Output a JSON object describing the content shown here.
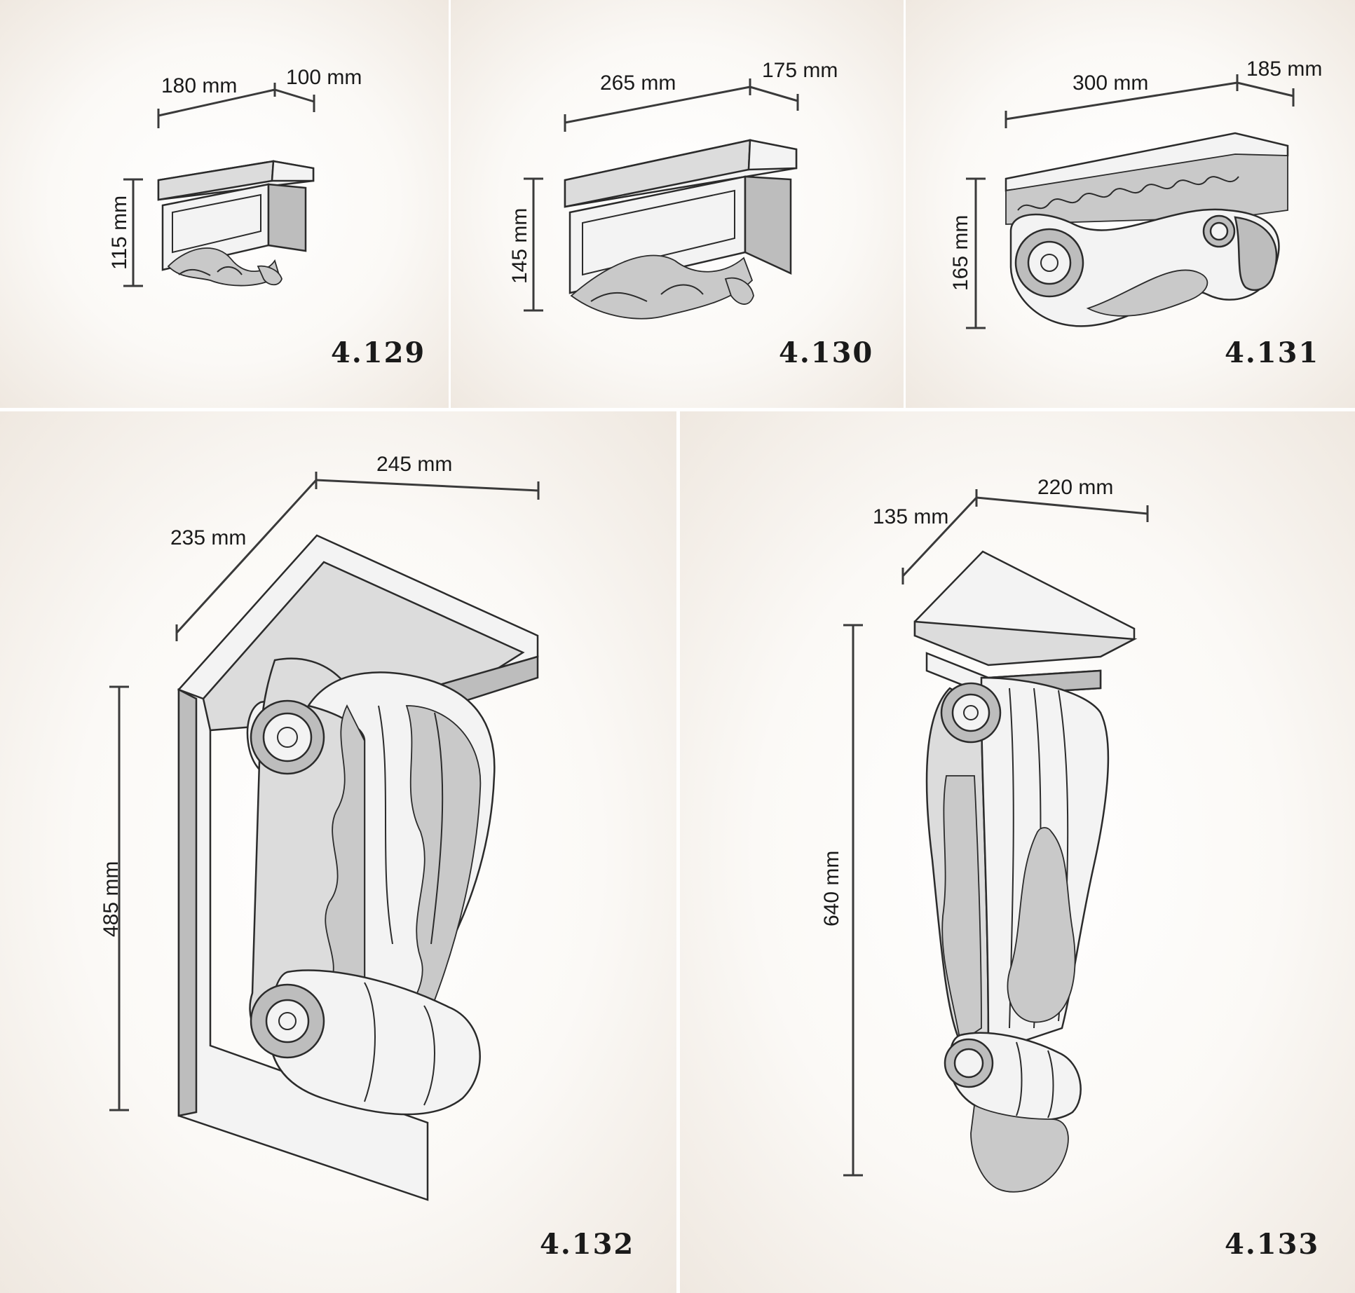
{
  "products": [
    {
      "code": "4.129",
      "width": "180 mm",
      "depth": "100 mm",
      "height": "115 mm"
    },
    {
      "code": "4.130",
      "width": "265 mm",
      "depth": "175 mm",
      "height": "145 mm"
    },
    {
      "code": "4.131",
      "width": "300 mm",
      "depth": "185 mm",
      "height": "165 mm"
    },
    {
      "code": "4.132",
      "width": "245 mm",
      "depth": "235 mm",
      "height": "485 mm"
    },
    {
      "code": "4.133",
      "width": "220 mm",
      "depth": "135 mm",
      "height": "640 mm"
    }
  ]
}
